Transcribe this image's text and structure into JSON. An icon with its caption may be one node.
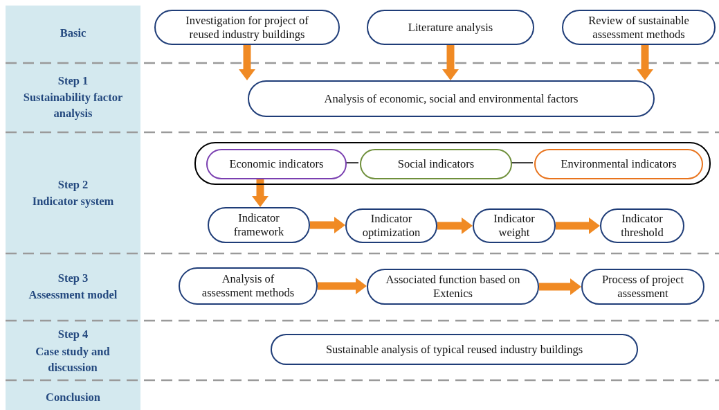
{
  "diagram": {
    "nodes": [
      {
        "text": [
          "Investigation for project of reused industry buildings"
        ]
      },
      {
        "text": [
          "Literature analysis"
        ]
      },
      {
        "text": [
          "Review of sustainable assessment methods"
        ]
      },
      {
        "text": [
          "Analysis of economic, social and environmental factors"
        ]
      },
      {
        "text": [],
        "shape": "box"
      },
      {
        "text": [
          "Economic indicators"
        ],
        "in": 4
      },
      {
        "text": [
          "Social indicators"
        ],
        "in": 4
      },
      {
        "text": [
          "Environmental indicators"
        ],
        "in": 4
      },
      {
        "text": [
          "Indicator framework"
        ]
      },
      {
        "text": [
          "Indicator optimization"
        ]
      },
      {
        "text": [
          "Indicator weight"
        ]
      },
      {
        "text": [
          "Indicator threshold"
        ]
      },
      {
        "text": [
          "Analysis of assessment methods"
        ]
      },
      {
        "text": [
          "Associated function based on Extenics"
        ]
      },
      {
        "text": [
          "Process of project assessment"
        ]
      },
      {
        "text": [
          "Sustainable analysis of typical reused industry buildings"
        ]
      }
    ],
    "edges": [
      {
        "from": 0,
        "to": 3,
        "arrow": "to"
      },
      {
        "from": 1,
        "to": 3,
        "arrow": "to"
      },
      {
        "from": 2,
        "to": 3,
        "arrow": "to"
      },
      {
        "from": 5,
        "to": 6,
        "arrow": "none",
        "color": "#000000"
      },
      {
        "from": 6,
        "to": 7,
        "arrow": "none",
        "color": "#000000"
      },
      {
        "from": 5,
        "to": 8,
        "arrow": "to"
      },
      {
        "from": 8,
        "to": 9,
        "arrow": "to"
      },
      {
        "from": 9,
        "to": 10,
        "arrow": "to"
      },
      {
        "from": 10,
        "to": 11,
        "arrow": "to"
      },
      {
        "from": 12,
        "to": 13,
        "arrow": "to"
      },
      {
        "from": 13,
        "to": 14,
        "arrow": "to"
      }
    ],
    "labels": [
      "Basic",
      "Step 1",
      "Sustainability factor analysis",
      "Step 2",
      "Indicator system",
      "Step 3",
      "Assessment model",
      "Step 4",
      "Case study and discussion",
      "Conclusion"
    ]
  }
}
